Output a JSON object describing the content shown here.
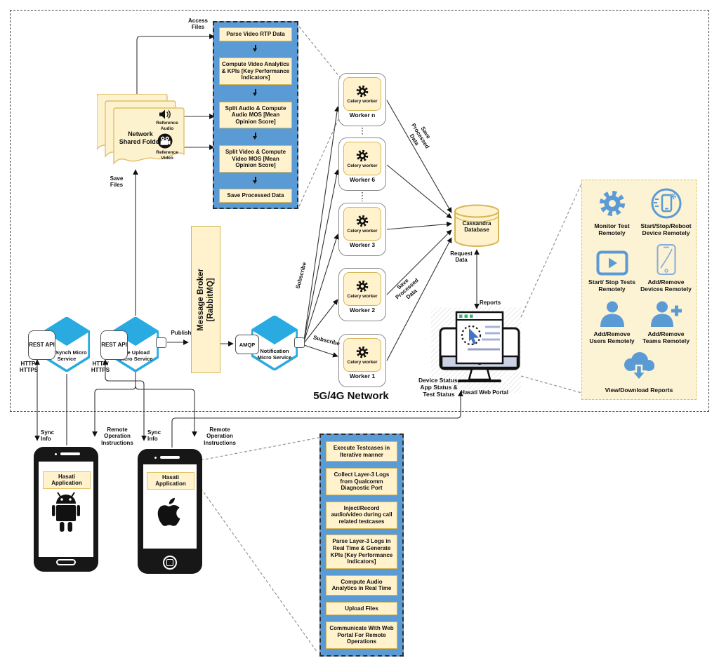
{
  "diagram": {
    "network_zone_label": "5G/4G Network",
    "colors": {
      "panel_blue": "#5B9BD5",
      "box_yellow": "#FFF2CC",
      "box_yellow_border": "#D6B656",
      "hexagon_blue": "#29ABE2",
      "icon_blue": "#5B9BD5",
      "panel_cream": "#FCF2D4"
    }
  },
  "shared_folder": {
    "title": "Network Shared Folder",
    "reference_audio": "Reference Audio",
    "reference_video": "Reference Video"
  },
  "video_pipeline": {
    "steps": [
      "Parse Video RTP Data",
      "Compute Video Analytics & KPIs [Key Performance Indicators]",
      "Split Audio & Compute  Audio MOS [Mean Opinion Score]",
      "Split Video & Compute  Video MOS [Mean Opinion Score]",
      "Save Processed Data"
    ]
  },
  "workers": {
    "inner_label": "Celery worker",
    "labels": [
      "Worker n",
      "Worker 6",
      "Worker 3",
      "Worker 2",
      "Worker 1"
    ]
  },
  "database": {
    "name": "Cassandra Database"
  },
  "broker": {
    "name": "Message Broker",
    "tech": "[RabbitMQ]",
    "protocol": "AMQP"
  },
  "services": {
    "ue_sync": {
      "api": "REST API",
      "name": "UE Synch Micro Service",
      "protocol": "HTTP/ HTTPS"
    },
    "file_upload": {
      "api": "REST API",
      "name": "File Upload Micro Service",
      "protocol": "HTTP/ HTTPS"
    },
    "notification": {
      "name": "Notification Micro Service"
    }
  },
  "portal": {
    "name": "Hasati Web Portal",
    "status_label": "Device Status, App Status & Test Status",
    "features": [
      {
        "icon": "gear-icon",
        "label": "Monitor Test Remotely"
      },
      {
        "icon": "reboot-device-icon",
        "label": "Start/Stop/Reboot Device Remotely"
      },
      {
        "icon": "play-icon",
        "label": "Start/ Stop Tests Remotely"
      },
      {
        "icon": "add-device-icon",
        "label": "Add/Remove Devices Remotely"
      },
      {
        "icon": "user-icon",
        "label": "Add/Remove Users Remotely"
      },
      {
        "icon": "user-plus-icon",
        "label": "Add/Remove Teams Remotely"
      },
      {
        "icon": "cloud-download-icon",
        "label": "View/Download Reports"
      }
    ]
  },
  "phones": {
    "android_app": "Hasati Application",
    "ios_app": "Hasati Application"
  },
  "app_functions": [
    "Execute Testcases in Iterative manner",
    "Collect Layer-3 Logs from Qualcomm Diagnostic Port",
    "Inject/Record audio/video during call related testcases",
    "Parse Layer-3 Logs in Real Time & Generate KPIs [Key Performance Indicators]",
    "Compute Audio Analytics in Real Time",
    "Upload Files",
    "Communicate With Web Portal For Remote Operations"
  ],
  "edge_labels": {
    "access_files": "Access Files",
    "save_files": "Save Files",
    "publish": "Publish",
    "subscribe_upper": "Subscribe",
    "subscribe_lower": "Subscribe",
    "save_processed_upper": "Save Processed Data",
    "save_processed_lower": "Save Processed Data",
    "request_data": "Request Data",
    "reports": "Reports",
    "sync_info_android": "Sync Info",
    "remote_ops_android": "Remote Operation Instructions",
    "sync_info_ios": "Sync Info",
    "remote_ops_ios": "Remote Operation Instructions"
  }
}
